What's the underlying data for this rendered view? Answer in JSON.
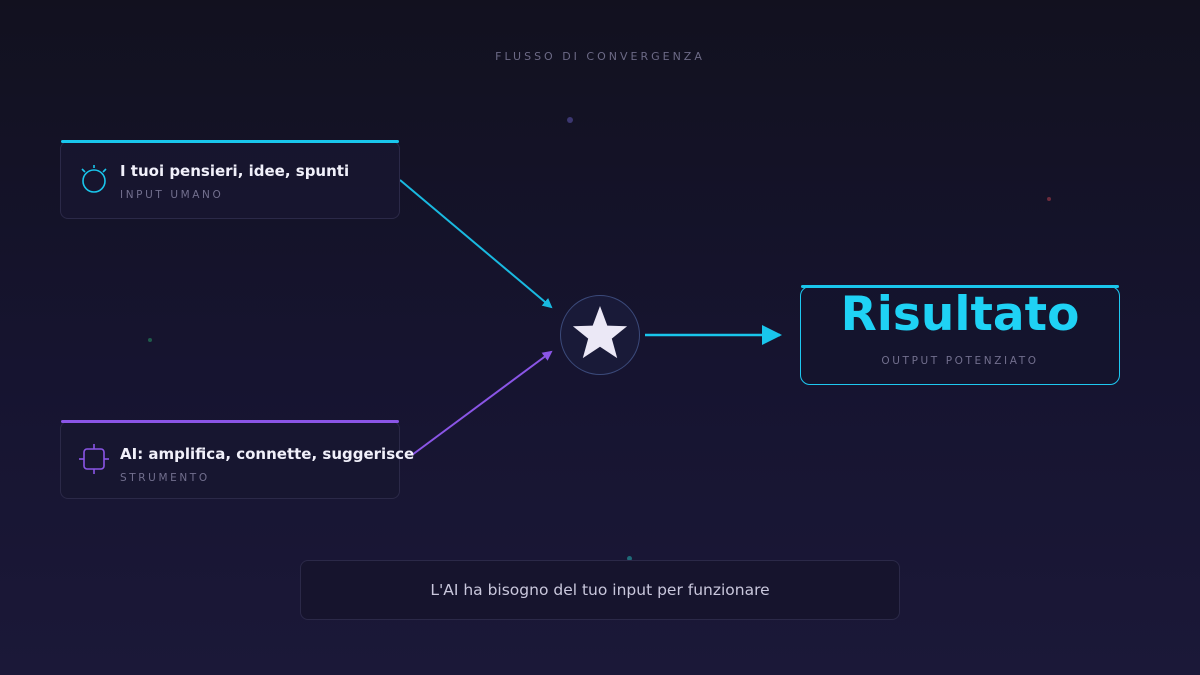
{
  "header": {
    "overline": "FLUSSO DI CONVERGENZA"
  },
  "inputs": [
    {
      "title": "I tuoi pensieri, idee, spunti",
      "subtitle": "INPUT UMANO",
      "icon": "lightbulb-icon",
      "accent": "#19c6ec"
    },
    {
      "title": "AI: amplifica, connette, suggerisce",
      "subtitle": "STRUMENTO",
      "icon": "chip-icon",
      "accent": "#8a55e6"
    }
  ],
  "hub": {
    "icon": "star-icon"
  },
  "result": {
    "title": "Risultato",
    "subtitle": "OUTPUT POTENZIATO",
    "accent": "#1fd2f5"
  },
  "footer": {
    "note": "L'AI ha bisogno del tuo input per funzionare"
  }
}
